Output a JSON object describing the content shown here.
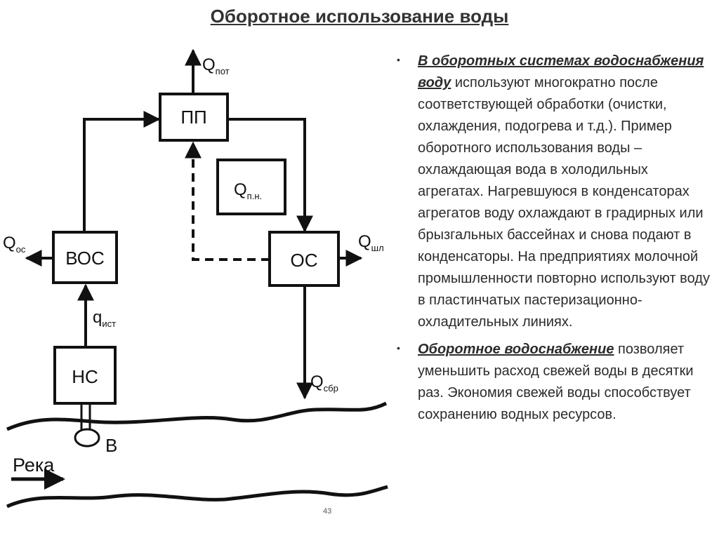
{
  "slide": {
    "title": "Оборотное использование воды",
    "page_number": "43"
  },
  "diagram": {
    "boxes": {
      "pp": "ПП",
      "vos": "ВОС",
      "os": "ОС",
      "ns": "НС",
      "qpn_main": "Q",
      "qpn_sub": "п.н."
    },
    "flows": {
      "q_pot": {
        "main": "Q",
        "sub": "пот"
      },
      "q_os": {
        "main": "Q",
        "sub": "ос"
      },
      "q_ist": {
        "main": "q",
        "sub": "ист"
      },
      "q_shl": {
        "main": "Q",
        "sub": "шл"
      },
      "q_sbr": {
        "main": "Q",
        "sub": "сбр"
      }
    },
    "b_label": "В",
    "river_label": "Река"
  },
  "text": {
    "para1": {
      "lead": "В оборотных системах водоснабжения воду",
      "body": " используют многократно после соответствующей обработки (очистки, охлаждения, подогрева и т.д.). Пример оборотного использования воды – охлаждающая вода в холодильных агрегатах. Нагревшуюся в конденсаторах агрегатов воду охлаждают в градирных или брызгальных бассейнах и снова подают в конденсаторы. На предприятиях молочной промышленности повторно используют воду в пластинчатых пастеризационно-охладительных линиях."
    },
    "para2": {
      "lead": "Оборотное водоснабжение",
      "body": " позволяет уменьшить расход свежей воды в десятки раз. Экономия свежей воды способствует сохранению водных ресурсов."
    },
    "bullet": "•"
  }
}
